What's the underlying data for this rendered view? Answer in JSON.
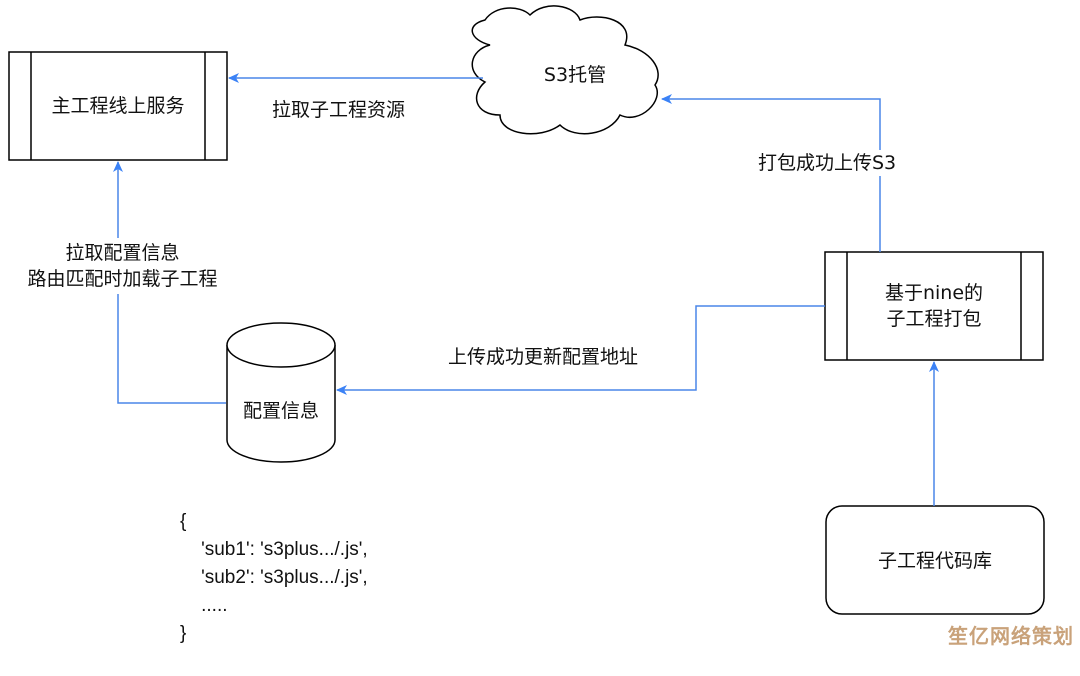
{
  "nodes": {
    "main_service": {
      "label": "主工程线上服务"
    },
    "s3": {
      "label": "S3托管"
    },
    "config_db": {
      "label": "配置信息"
    },
    "subproject_build": {
      "label_lines": [
        "基于nine的",
        "子工程打包"
      ]
    },
    "subproject_repo": {
      "label": "子工程代码库"
    }
  },
  "edges": {
    "s3_to_main": {
      "label": "拉取子工程资源"
    },
    "build_to_s3": {
      "label": "打包成功上传S3"
    },
    "db_to_main": {
      "label_lines": [
        "拉取配置信息",
        "路由匹配时加载子工程"
      ]
    },
    "build_to_db": {
      "label": "上传成功更新配置地址"
    },
    "repo_to_build": {
      "label": ""
    }
  },
  "config_example": {
    "lines": [
      "{",
      "    'sub1': 's3plus.../.js',",
      "    'sub2': 's3plus.../.js',",
      "    .....",
      "}"
    ]
  },
  "watermark": "笙亿网络策划",
  "colors": {
    "arrow": "#4a86e8",
    "stroke": "#000000",
    "watermark": "#c9a27a"
  }
}
